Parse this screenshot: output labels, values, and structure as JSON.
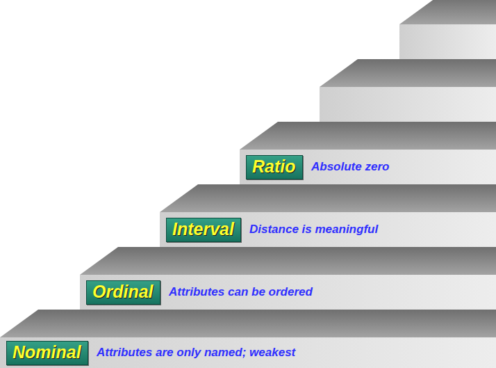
{
  "diagram": {
    "nodes": [
      {
        "text": [
          "Ratio"
        ]
      },
      {
        "text": [
          "Interval"
        ]
      },
      {
        "text": [
          "Ordinal"
        ]
      },
      {
        "text": [
          "Nominal"
        ]
      }
    ],
    "labels": [
      "Absolute zero",
      "Distance is meaningful",
      "Attributes can be ordered",
      "Attributes are only named; weakest"
    ]
  }
}
